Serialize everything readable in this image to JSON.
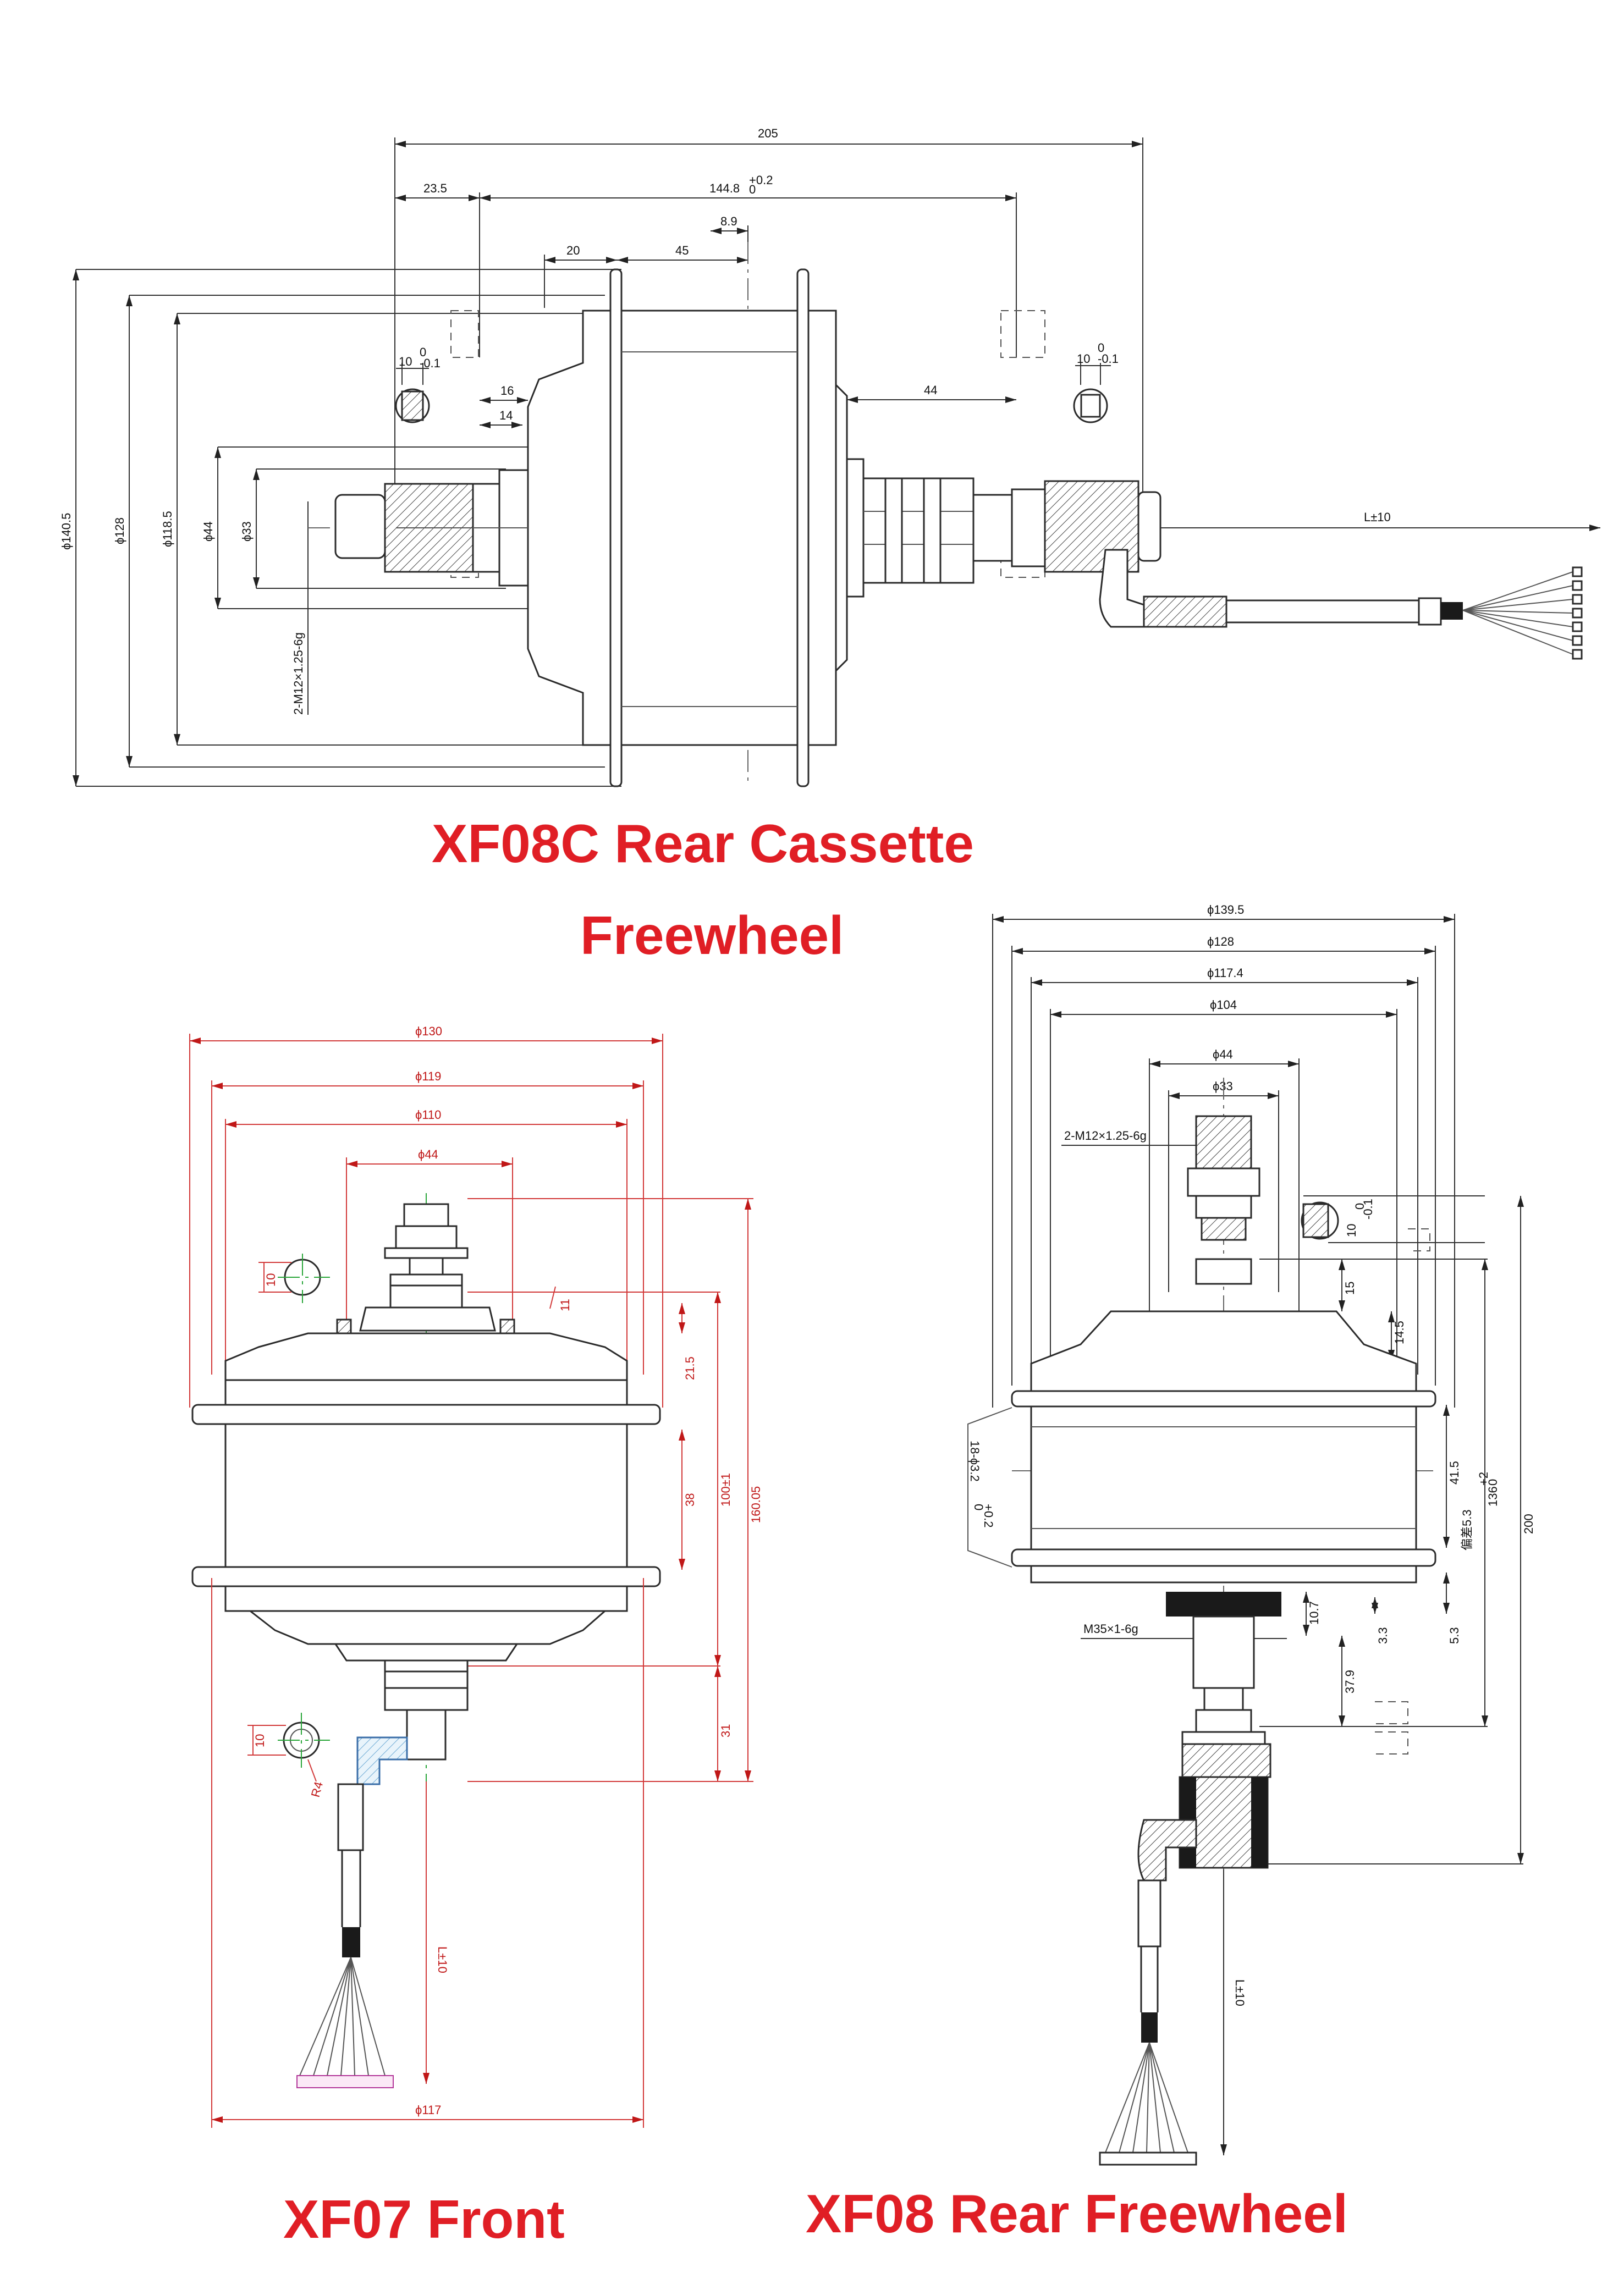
{
  "titles": {
    "top_line1": "XF08C Rear Cassette",
    "top_line2": "Freewheel",
    "bottom_left": "XF07 Front",
    "bottom_right": "XF08 Rear Freewheel"
  },
  "xf08c": {
    "dims": {
      "d205": "205",
      "d23_5": "23.5",
      "d144_8": "144.8",
      "d144_8_tol": "+0.2",
      "d144_8_tol2": "0",
      "d8_9": "8.9",
      "d20": "20",
      "d45": "45",
      "d16": "16",
      "d14": "14",
      "d44": "44",
      "flat_left": "10",
      "flat_left_tol": "0",
      "flat_left_tol2": "-0.1",
      "flat_right": "10",
      "flat_right_tol": "0",
      "flat_right_tol2": "-0.1",
      "phi140_5": "ϕ140.5",
      "phi128": "ϕ128",
      "phi118_5": "ϕ118.5",
      "phi44": "ϕ44",
      "phi33": "ϕ33",
      "thread": "2-M12×1.25-6g",
      "cable_len": "L±10"
    }
  },
  "xf07": {
    "dims": {
      "phi130": "ϕ130",
      "phi119": "ϕ119",
      "phi110": "ϕ110",
      "phi44": "ϕ44",
      "phi117": "ϕ117",
      "d10_top": "10",
      "d10_bot": "10",
      "d11": "11",
      "d21_5": "21.5",
      "d38": "38",
      "d100": "100±1",
      "d160": "160.05",
      "d31": "31",
      "r4": "R4",
      "cable_len": "L±10"
    }
  },
  "xf08": {
    "dims": {
      "phi139_5": "ϕ139.5",
      "phi128": "ϕ128",
      "phi117_4": "ϕ117.4",
      "phi104": "ϕ104",
      "phi44": "ϕ44",
      "phi33": "ϕ33",
      "thread": "2-M12×1.25-6g",
      "flat": "10",
      "flat_tol": "0",
      "flat_tol2": "-0.1",
      "d15": "15",
      "d14_5": "14.5",
      "holes": "18-ϕ3.2",
      "holes_tol": "+0.2",
      "holes_tol2": "0",
      "d41_5": "41.5",
      "d136": "136",
      "d136_tol": "+2",
      "d136_tol2": "0",
      "note": "偏差5.3",
      "d200": "200",
      "d10_7": "10.7",
      "d3_3": "3.3",
      "d5_3": "5.3",
      "m35": "M35×1-6g",
      "d37_9": "37.9",
      "cable_len": "L±10"
    }
  }
}
